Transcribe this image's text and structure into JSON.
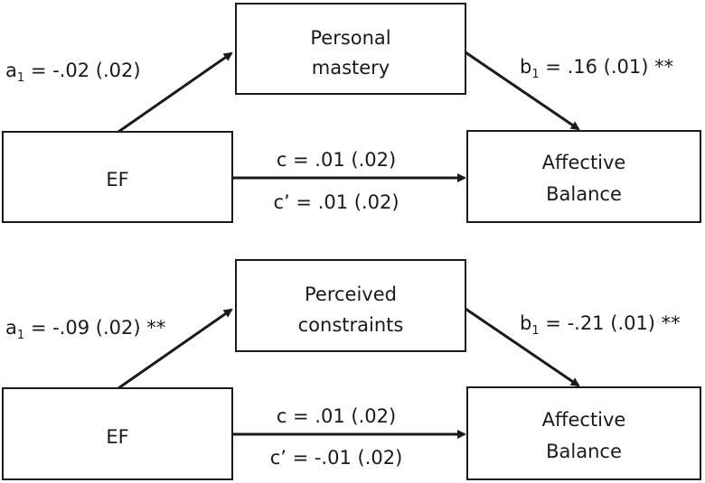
{
  "panels": [
    {
      "id": "top",
      "predictor": "EF",
      "mediator_line1": "Personal",
      "mediator_line2": "mastery",
      "outcome_line1": "Affective",
      "outcome_line2": "Balance",
      "path_a": {
        "letter": "a",
        "sub": "1",
        "value": " = -.02 (.02)"
      },
      "path_b": {
        "letter": "b",
        "sub": "1",
        "value": " = .16 (.01) **"
      },
      "path_c": "c = .01 (.02)",
      "path_c_prime": "c’ = .01 (.02)"
    },
    {
      "id": "bottom",
      "predictor": "EF",
      "mediator_line1": "Perceived",
      "mediator_line2": "constraints",
      "outcome_line1": "Affective",
      "outcome_line2": "Balance",
      "path_a": {
        "letter": "a",
        "sub": "1",
        "value": " = -.09 (.02) **"
      },
      "path_b": {
        "letter": "b",
        "sub": "1",
        "value": " = -.21 (.01) **"
      },
      "path_c": "c = .01 (.02)",
      "path_c_prime": "c’ = -.01 (.02)"
    }
  ]
}
